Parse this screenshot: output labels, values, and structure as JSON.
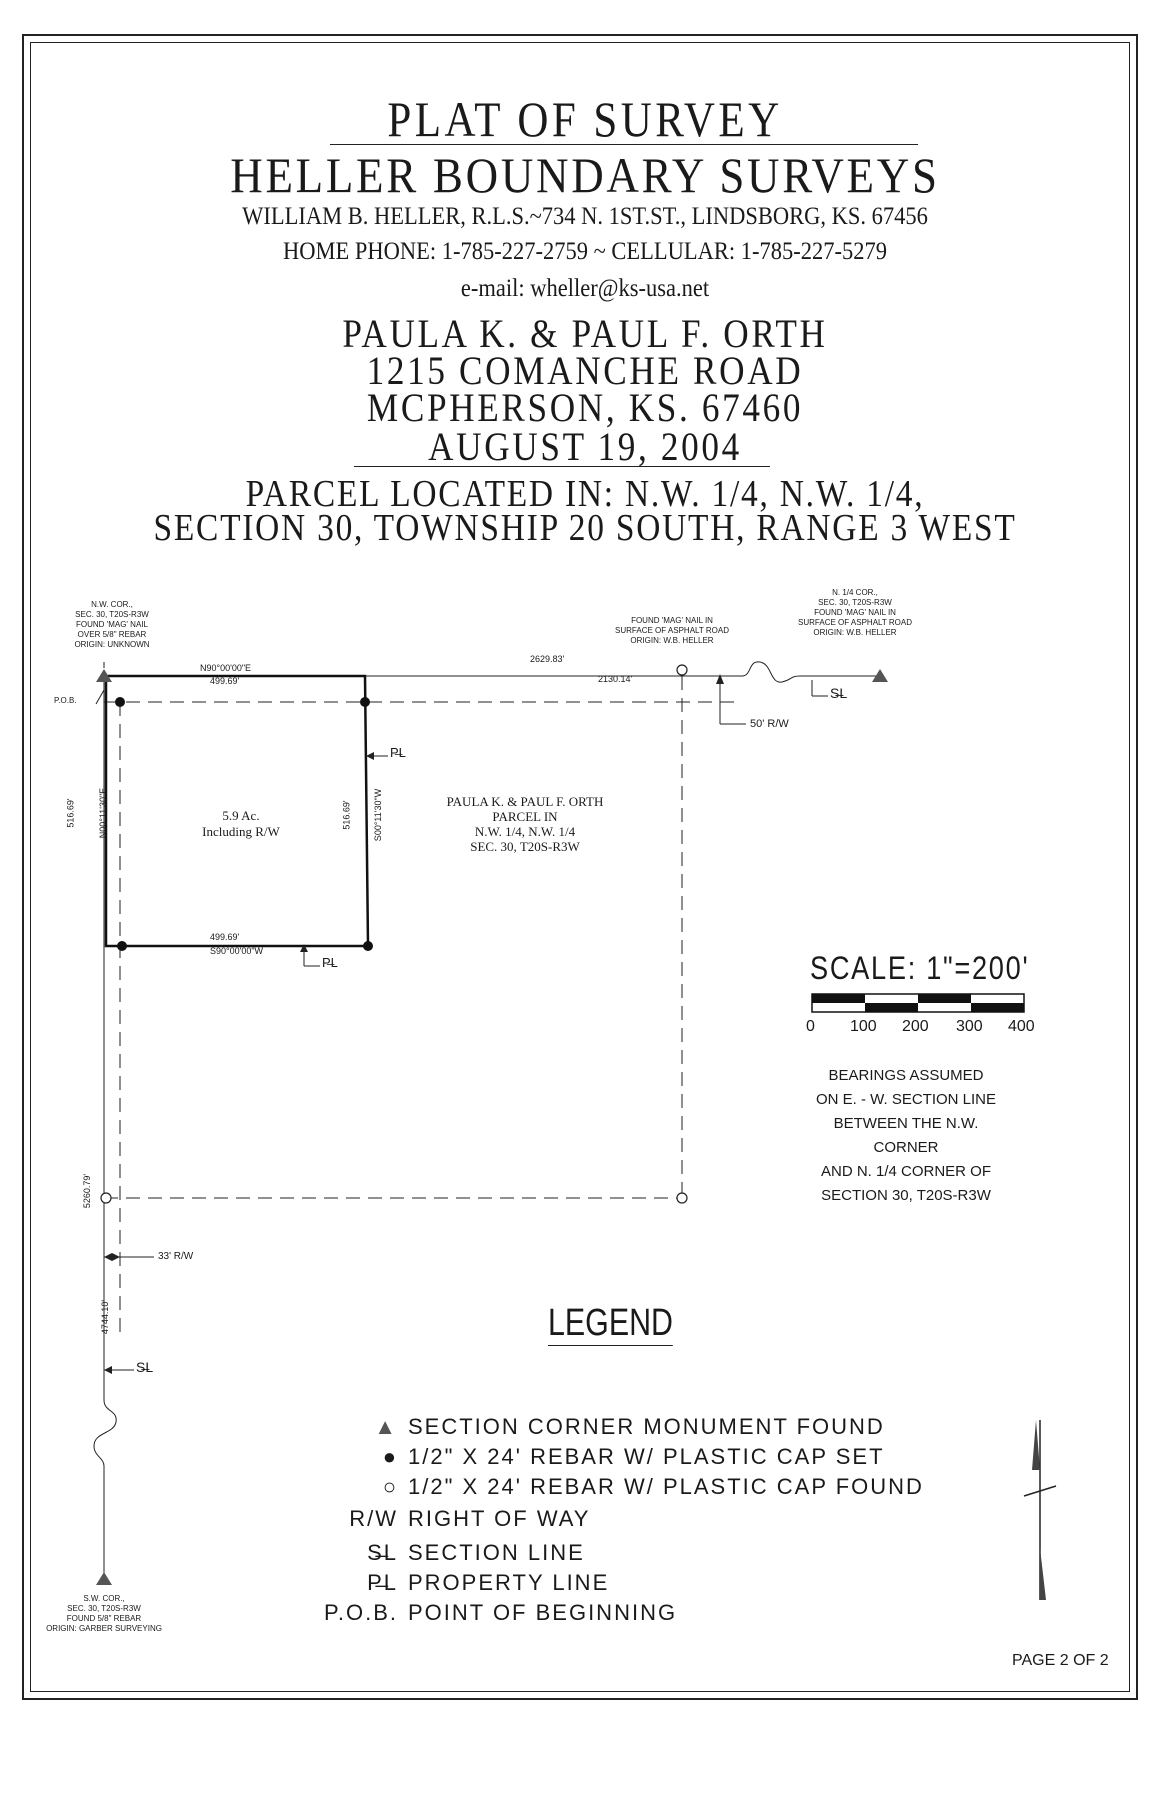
{
  "header": {
    "title": "PLAT OF SURVEY",
    "company": "HELLER BOUNDARY SURVEYS",
    "address_line": "WILLIAM B. HELLER, R.L.S.~734 N. 1ST.ST., LINDSBORG, KS. 67456",
    "phone_line": "HOME PHONE: 1-785-227-2759 ~ CELLULAR: 1-785-227-5279",
    "email_line": "e-mail: wheller@ks-usa.net",
    "owner_names": "PAULA K. & PAUL F. ORTH",
    "owner_street": "1215 COMANCHE ROAD",
    "owner_city": "MCPHERSON, KS. 67460",
    "date": "AUGUST 19, 2004",
    "parcel_line1": "PARCEL LOCATED IN: N.W. 1/4, N.W. 1/4,",
    "parcel_line2": "SECTION 30, TOWNSHIP 20 SOUTH, RANGE 3 WEST"
  },
  "plat": {
    "nw_corner": [
      "N.W. COR.,",
      "SEC. 30, T20S-R3W",
      "FOUND 'MAG' NAIL",
      "OVER 5/8\" REBAR",
      "ORIGIN: UNKNOWN"
    ],
    "found_mag_nail": [
      "FOUND 'MAG' NAIL IN",
      "SURFACE OF ASPHALT ROAD",
      "ORIGIN: W.B. HELLER"
    ],
    "n_quarter_corner": [
      "N. 1/4 COR.,",
      "SEC. 30, T20S-R3W",
      "FOUND 'MAG' NAIL IN",
      "SURFACE OF ASPHALT ROAD",
      "ORIGIN: W.B. HELLER"
    ],
    "sw_corner": [
      "S.W. COR.,",
      "SEC. 30, T20S-R3W",
      "FOUND 5/8\" REBAR",
      "ORIGIN: GARBER SURVEYING"
    ],
    "pob": "P.O.B.",
    "north_bearing": "N90°00'00\"E",
    "north_distance": "499.69'",
    "section_line_distance": "2629.83'",
    "to_nail_distance": "2130.14'",
    "road_row": "50' R/W",
    "west_distance": "516.69'",
    "west_bearing": "N00°11'30\"E",
    "east_distance": "516.69'",
    "east_bearing": "S00°11'30\"W",
    "south_distance": "499.69'",
    "south_bearing": "S90°00'00\"W",
    "area": [
      "5.9 Ac.",
      "Including R/W"
    ],
    "parcel_note": [
      "PAULA K. & PAUL F. ORTH",
      "PARCEL IN",
      "N.W. 1/4, N.W. 1/4",
      "SEC. 30, T20S-R3W"
    ],
    "west_section_distance": "5260.79'",
    "west_row": "33' R/W",
    "west_lower_distance": "4744.10'",
    "section_line_symbol": "S̶L",
    "property_line_symbol": "P̶L"
  },
  "scale": {
    "title": "SCALE: 1\"=200'",
    "ticks": [
      "0",
      "100",
      "200",
      "300",
      "400"
    ]
  },
  "notes": [
    "BEARINGS ASSUMED",
    "ON E. - W. SECTION LINE",
    "BETWEEN THE N.W. CORNER",
    "AND N. 1/4 CORNER OF",
    "SECTION 30, T20S-R3W"
  ],
  "legend": {
    "title": "LEGEND",
    "items": [
      {
        "symbol": "▲",
        "desc": "SECTION CORNER MONUMENT FOUND"
      },
      {
        "symbol": "●",
        "desc": "1/2\" X 24' REBAR W/ PLASTIC CAP SET"
      },
      {
        "symbol": "○",
        "desc": "1/2\" X 24' REBAR W/ PLASTIC CAP FOUND"
      },
      {
        "symbol": "R/W",
        "desc": "RIGHT OF WAY"
      },
      {
        "symbol": "S̶L",
        "desc": "SECTION LINE"
      },
      {
        "symbol": "P̶L",
        "desc": "PROPERTY LINE"
      },
      {
        "symbol": "P.O.B.",
        "desc": "POINT OF BEGINNING"
      }
    ]
  },
  "page": "PAGE 2 OF 2"
}
